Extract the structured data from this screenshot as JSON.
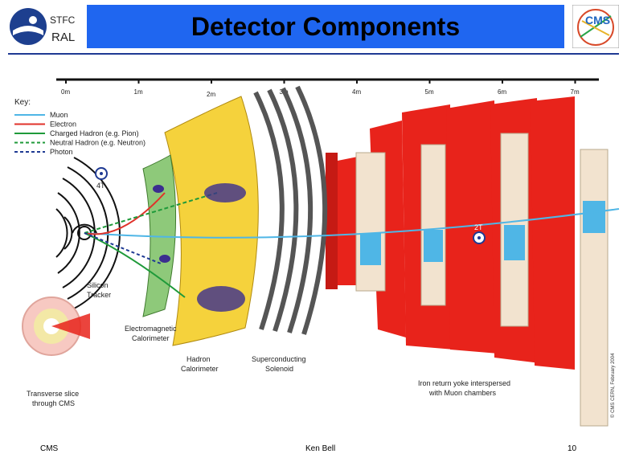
{
  "header": {
    "title": "Detector Components",
    "org_top": "STFC",
    "org_bottom": "RAL"
  },
  "footer": {
    "left": "CMS",
    "center": "Ken Bell",
    "right": "10"
  },
  "figure": {
    "scale_labels": [
      "0m",
      "1m",
      "2m",
      "3m",
      "4m",
      "5m",
      "6m",
      "7m"
    ],
    "key_title": "Key:",
    "key_items": [
      {
        "label": "Muon",
        "color": "#4fb6e6",
        "style": "solid"
      },
      {
        "label": "Electron",
        "color": "#e0322a",
        "style": "solid"
      },
      {
        "label": "Charged Hadron (e.g. Pion)",
        "color": "#1f9a3a",
        "style": "solid"
      },
      {
        "label": "Neutral Hadron (e.g. Neutron)",
        "color": "#1f9a3a",
        "style": "dashed"
      },
      {
        "label": "Photon",
        "color": "#1f3a93",
        "style": "dashed"
      }
    ],
    "field_inner": "4T",
    "field_outer": "2T",
    "labels": {
      "tracker": [
        "Silicon",
        "Tracker"
      ],
      "ecal": [
        "Electromagnetic",
        "Calorimeter"
      ],
      "hcal": [
        "Hadron",
        "Calorimeter"
      ],
      "solenoid": [
        "Superconducting",
        "Solenoid"
      ],
      "yoke": [
        "Iron return yoke interspersed",
        "with Muon chambers"
      ],
      "transverse": [
        "Transverse slice",
        "through CMS"
      ]
    },
    "copyright": "© CMS CERN, February 2004"
  },
  "colors": {
    "title_bar": "#1f66f0",
    "iron_yoke": "#e8231b",
    "calorimeter": "#f5d23c",
    "muon_chamber": "#f2e3cf",
    "rule": "#1f3a93"
  }
}
